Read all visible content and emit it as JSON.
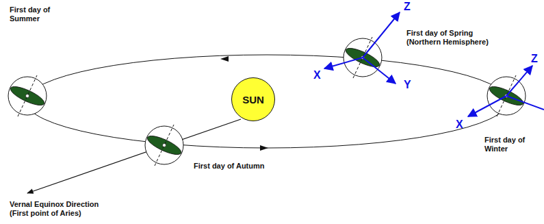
{
  "diagram": {
    "nodes": [
      {
        "text": [
          "SUN"
        ]
      }
    ],
    "labels": [
      "First day of Summer",
      "First day of Spring (Northern Hemisphere)",
      "First day of Winter",
      "First day of Autumn",
      "Vernal Equinox Direction (First point of Aries)",
      "Z",
      "X",
      "Y",
      "Z",
      "X"
    ]
  }
}
